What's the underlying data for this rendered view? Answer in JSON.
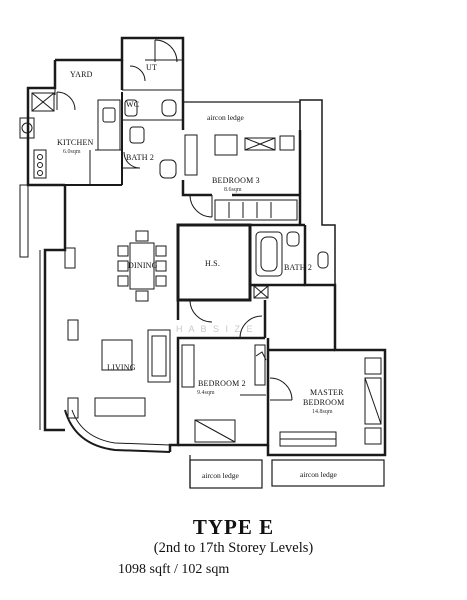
{
  "rooms": {
    "yard": "YARD",
    "ut": "UT",
    "wc": "WC",
    "kitchen": "KITCHEN",
    "kitchen_area": "6.0sqm",
    "bath2_top": "BATH 2",
    "bedroom3": "BEDROOM 3",
    "bedroom3_area": "8.6sqm",
    "dining": "DINING",
    "hs": "H.S.",
    "bath2_right": "BATH 2",
    "living": "LIVING",
    "bedroom2": "BEDROOM 2",
    "bedroom2_area": "9.4sqm",
    "master_line1": "MASTER",
    "master_line2": "BEDROOM",
    "master_area": "14.8sqm",
    "aircon_top": "aircon ledge",
    "aircon_bottom_left": "aircon ledge",
    "aircon_bottom_right": "aircon ledge"
  },
  "watermark": "H A B S I Z E",
  "caption": {
    "title": "TYPE E",
    "levels": "(2nd to 17th Storey Levels)",
    "area": "1098 sqft / 102 sqm"
  }
}
